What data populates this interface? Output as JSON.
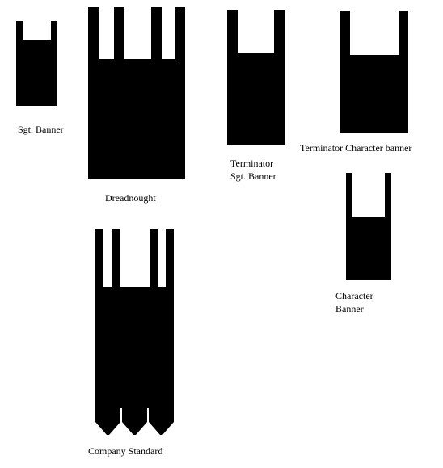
{
  "colors": {
    "banner_fill": "#000000",
    "background": "#ffffff"
  },
  "banners": {
    "sgt_banner": {
      "label": "Sgt. Banner"
    },
    "dreadnought": {
      "label": "Dreadnought"
    },
    "terminator_sgt_banner": {
      "label_line1": "Terminator",
      "label_line2": "Sgt. Banner"
    },
    "terminator_character_banner": {
      "label": "Terminator Character banner"
    },
    "character_banner": {
      "label_line1": "Character",
      "label_line2": "Banner"
    },
    "company_standard": {
      "label": "Company Standard"
    }
  }
}
